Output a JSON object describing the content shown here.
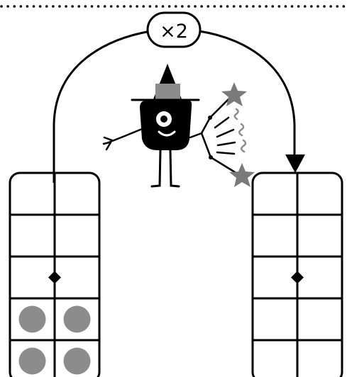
{
  "operation": {
    "label": "×2"
  },
  "colors": {
    "ink": "#000000",
    "counter": "#8c8c8c",
    "hat_band": "#8c8c8c",
    "stars": "#7a7a7a",
    "background": "#ffffff"
  },
  "input_frame": {
    "rows": 5,
    "cols": 2,
    "filled_cells": 4
  },
  "output_frame": {
    "rows": 5,
    "cols": 2,
    "filled_cells": 0
  },
  "icons": {
    "character": "wizard-monster-icon",
    "hat": "wizard-hat-icon",
    "stars": "magic-star-icon",
    "arrow": "arrow-down-icon"
  }
}
